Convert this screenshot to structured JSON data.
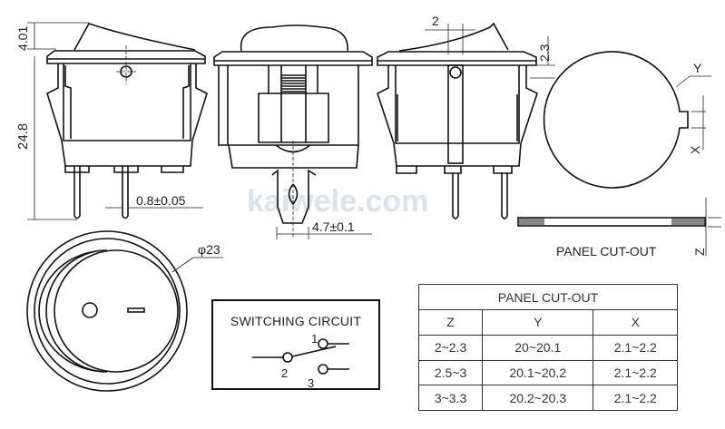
{
  "watermark": "kaiwele.com",
  "dimensions": {
    "rocker_height": "4.01",
    "total_height": "24.8",
    "pin_width": "0.8±0.05",
    "tab_width": "4.7±0.1",
    "rocker_offset": "2",
    "flange_thickness": "2.3",
    "diameter": "φ23",
    "notch_y": "Y",
    "notch_x": "X",
    "panel_z": "Z"
  },
  "panel_label": "PANEL CUT-OUT",
  "switching_circuit": {
    "title": "SWITCHING CIRCUIT",
    "terminals": [
      "1",
      "2",
      "3"
    ]
  },
  "cutout_table": {
    "title": "PANEL CUT-OUT",
    "headers": [
      "Z",
      "Y",
      "X"
    ],
    "rows": [
      [
        "2~2.3",
        "20~20.1",
        "2.1~2.2"
      ],
      [
        "2.5~3",
        "20.1~20.2",
        "2.1~2.2"
      ],
      [
        "3~3.3",
        "20.2~20.3",
        "2.1~2.2"
      ]
    ]
  }
}
